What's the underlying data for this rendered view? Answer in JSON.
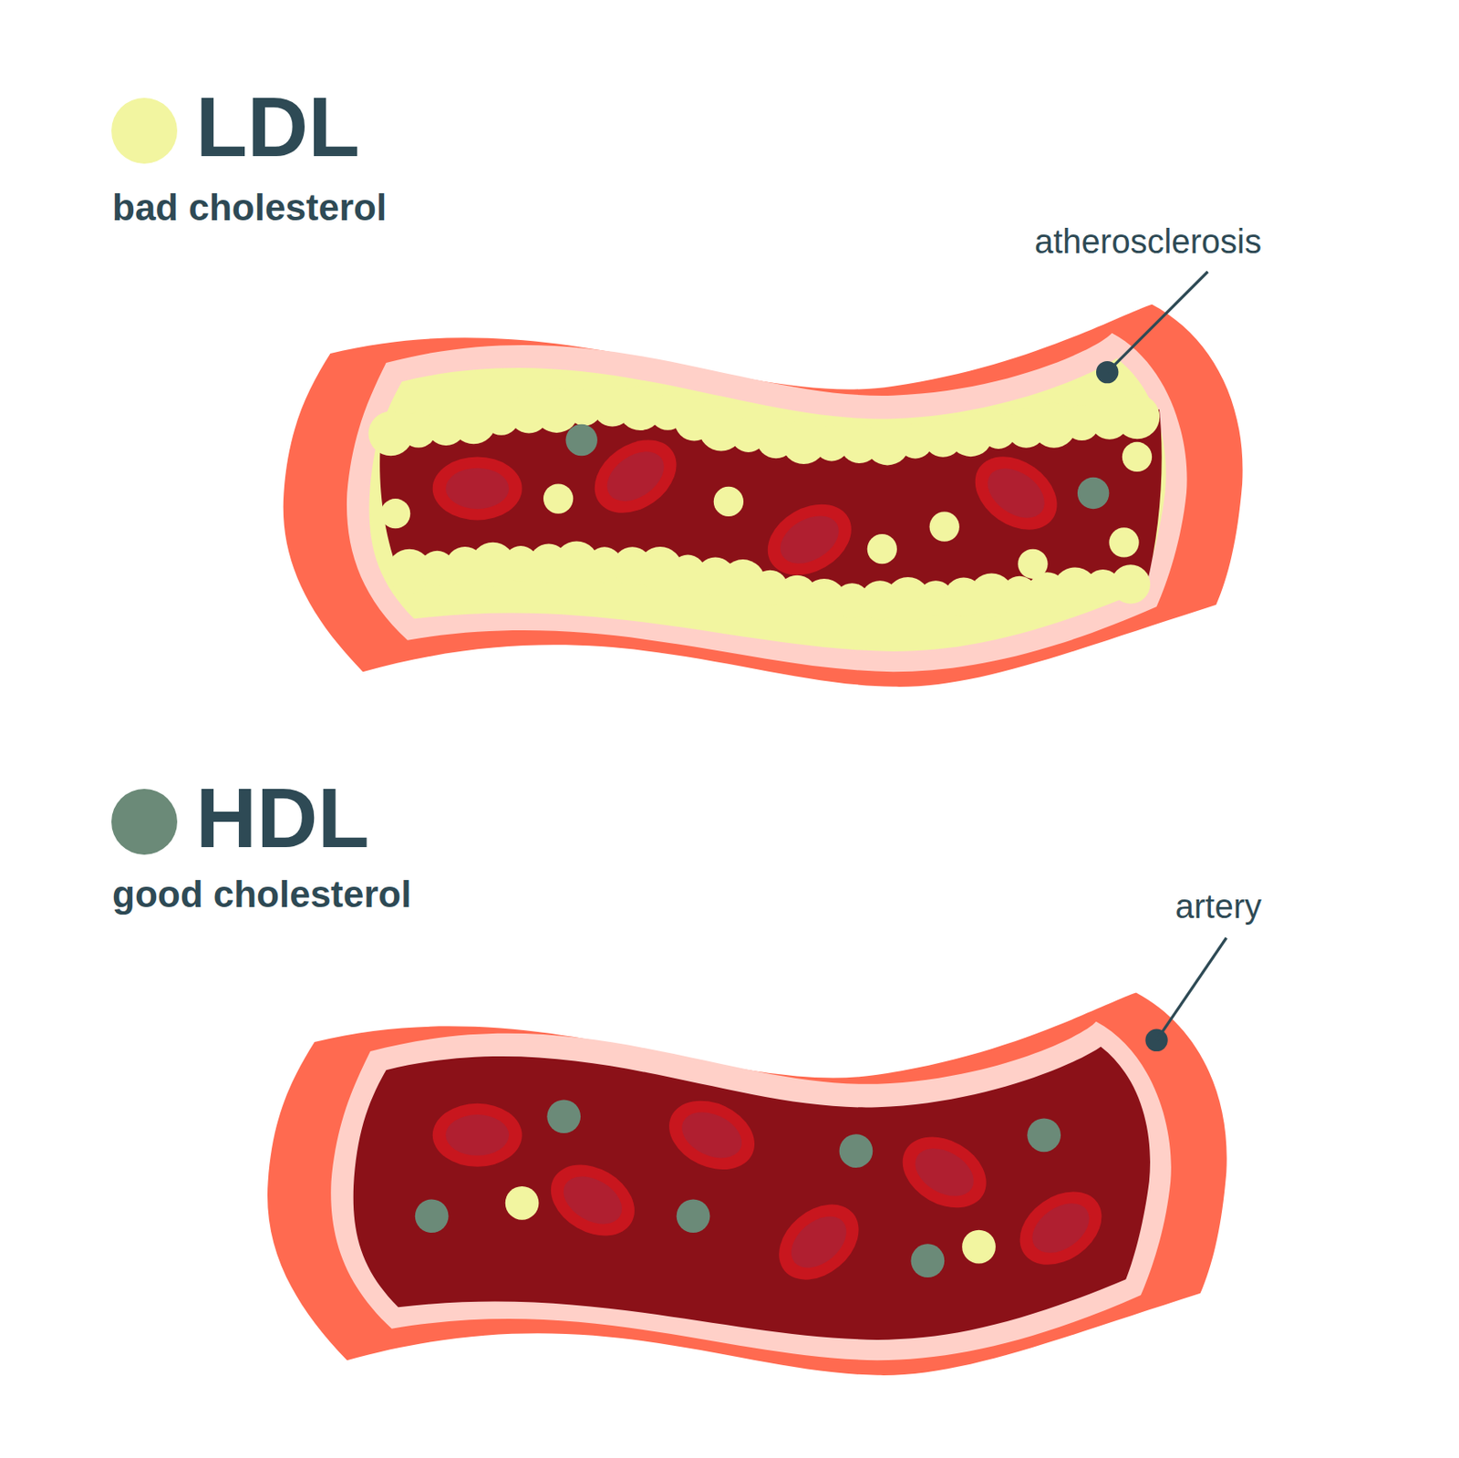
{
  "diagram": {
    "labels": [
      "bad cholesterol",
      "atherosclerosis",
      "good cholesterol",
      "artery"
    ],
    "legend": [
      {
        "text": "LDL",
        "color": "#f2f5a0"
      },
      {
        "text": "HDL",
        "color": "#6b8a78"
      }
    ]
  }
}
